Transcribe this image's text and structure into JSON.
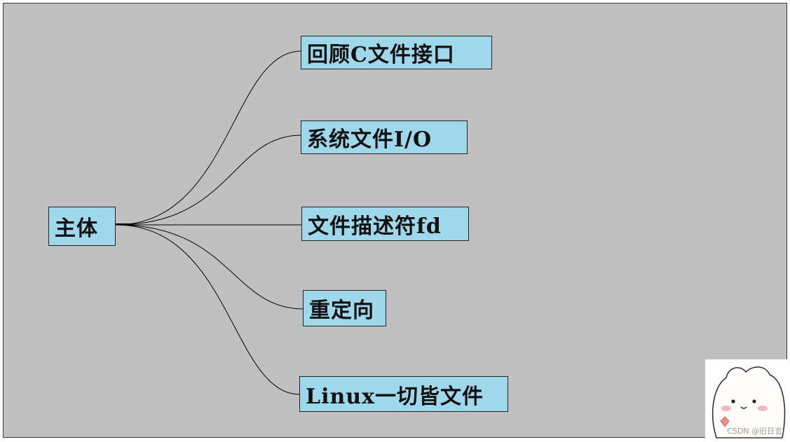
{
  "diagram": {
    "root": {
      "label": "主体"
    },
    "branches": [
      {
        "label": "回顾C文件接口"
      },
      {
        "label": "系统文件I/O"
      },
      {
        "label": "文件描述符fd"
      },
      {
        "label": "重定向"
      },
      {
        "label": "Linux一切皆文件"
      }
    ]
  },
  "watermark": "CSDN @旧日言-",
  "colors": {
    "background": "#c0c0c0",
    "node_fill": "#9ed8ea",
    "border": "#222222",
    "line": "#000000"
  },
  "icons": {
    "sticker": "cartoon-bear-sticker"
  }
}
